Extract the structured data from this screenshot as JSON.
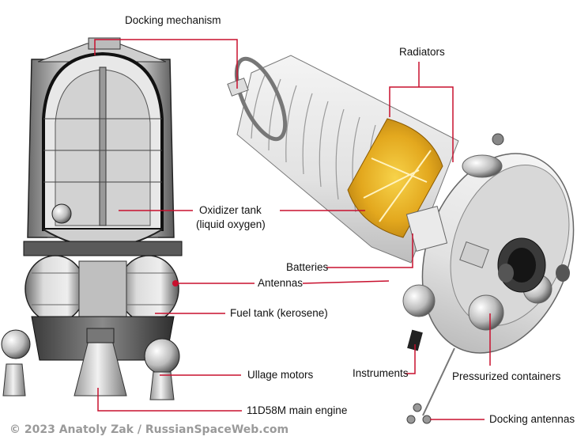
{
  "labels": {
    "docking_mechanism": "Docking mechanism",
    "radiators": "Radiators",
    "oxidizer_tank_line1": "Oxidizer tank",
    "oxidizer_tank_line2": "(liquid oxygen)",
    "batteries": "Batteries",
    "antennas": "Antennas",
    "fuel_tank": "Fuel tank (kerosene)",
    "instruments": "Instruments",
    "ullage_motors": "Ullage motors",
    "pressurized_containers": "Pressurized containers",
    "main_engine": "11D58M main engine",
    "docking_antennas": "Docking antennas"
  },
  "credit": "© 2023 Anatoly Zak / RussianSpaceWeb.com",
  "colors": {
    "leader_line": "#c8102e",
    "credit": "#9a9a9a"
  }
}
